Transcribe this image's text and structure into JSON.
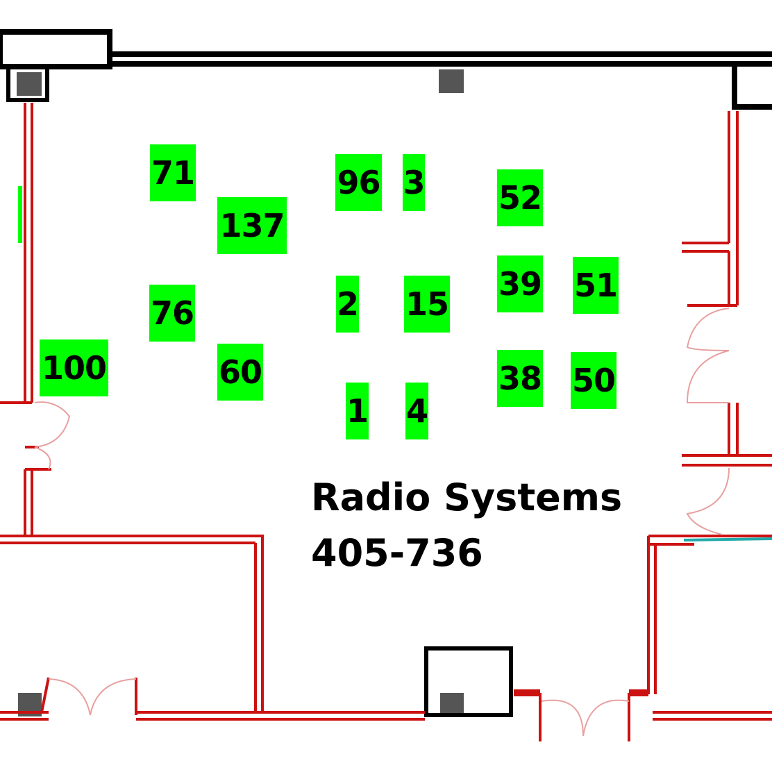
{
  "room": {
    "name": "Radio Systems",
    "number": "405-736"
  },
  "seat_labels": [
    {
      "text": "71"
    },
    {
      "text": "137"
    },
    {
      "text": "96"
    },
    {
      "text": "3"
    },
    {
      "text": "52"
    },
    {
      "text": "76"
    },
    {
      "text": "2"
    },
    {
      "text": "15"
    },
    {
      "text": "39"
    },
    {
      "text": "51"
    },
    {
      "text": "100"
    },
    {
      "text": "60"
    },
    {
      "text": "38"
    },
    {
      "text": "50"
    },
    {
      "text": "1"
    },
    {
      "text": "4"
    }
  ],
  "colors": {
    "label_bg": "#00ff00",
    "wall_red": "#cc1111",
    "structure": "#000000",
    "column": "#555555",
    "partition_teal": "#22aaaa"
  }
}
